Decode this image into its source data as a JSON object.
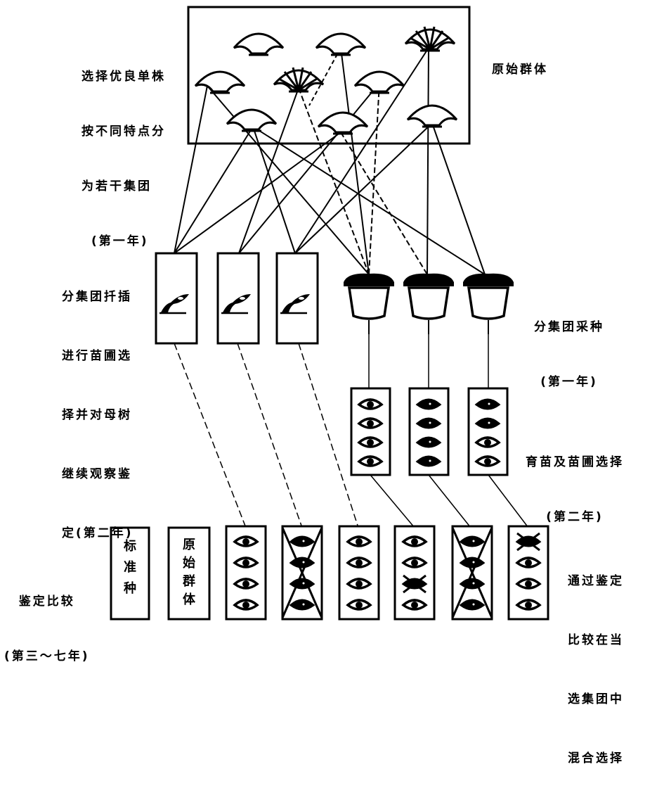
{
  "title_region": {
    "original_population_label": "原始群体",
    "select_label": [
      "选择优良单株",
      "按不同特点分",
      "为若干集团",
      "(第一年)"
    ]
  },
  "stage_cuttings": {
    "label": [
      "分集团扦插",
      "进行苗圃选",
      "择并对母树",
      "继续观察鉴",
      "定(第二年)"
    ],
    "count": 3
  },
  "stage_seed_collection": {
    "label": [
      "分集团采种",
      "(第一年)"
    ],
    "count": 3
  },
  "stage_seedling": {
    "label": [
      "育苗及苗圃选择",
      "(第二年)"
    ],
    "boxes": [
      {
        "eyes": [
          "open",
          "open",
          "open",
          "open"
        ]
      },
      {
        "eyes": [
          "dark",
          "dark",
          "dark",
          "dark"
        ]
      },
      {
        "eyes": [
          "dark",
          "dark",
          "open",
          "open"
        ]
      }
    ]
  },
  "stage_evaluation": {
    "label": [
      "鉴定比较",
      "(第三～七年)"
    ],
    "standard_box": "标准种",
    "original_box": "原始群体",
    "result_label": [
      "通过鉴定",
      "比较在当",
      "选集团中",
      "混合选择"
    ],
    "boxes": [
      {
        "eyes": [
          "open",
          "open",
          "open",
          "open"
        ],
        "rejected": false
      },
      {
        "eyes": [
          "dark",
          "dark",
          "dark",
          "dark"
        ],
        "rejected": true
      },
      {
        "eyes": [
          "open",
          "open",
          "open",
          "open"
        ],
        "rejected": false
      },
      {
        "eyes": [
          "open",
          "open",
          "crossed",
          "open"
        ],
        "rejected": false
      },
      {
        "eyes": [
          "dark",
          "dark",
          "dark",
          "dark"
        ],
        "rejected": true
      },
      {
        "eyes": [
          "crossed",
          "open",
          "open",
          "open"
        ],
        "rejected": false
      }
    ]
  }
}
